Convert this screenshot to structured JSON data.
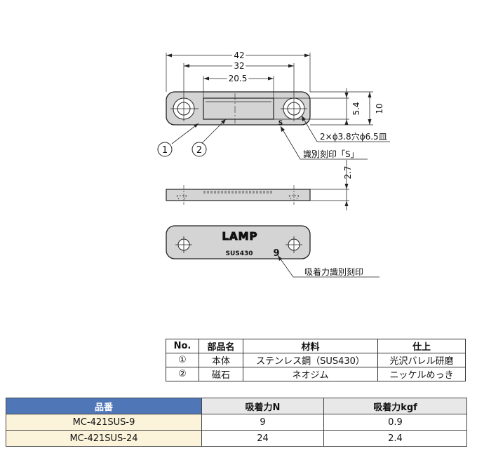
{
  "drawing": {
    "dim_42": "42",
    "dim_32": "32",
    "dim_20_5": "20.5",
    "dim_5_4": "5.4",
    "dim_10": "10",
    "dim_2_7": "2.7",
    "hole_note": "2×ϕ3.8穴ϕ6.5皿",
    "id_mark_note": "識別刻印「S」",
    "suction_note": "吸着力識別刻印",
    "callout_1": "1",
    "callout_2": "2",
    "mark_s": "S",
    "mark_9": "9",
    "logo_text": "LAMP",
    "material_mark": "SUS430"
  },
  "parts_table": {
    "headers": [
      "No.",
      "部品名",
      "材料",
      "仕上"
    ],
    "rows": [
      [
        "①",
        "本体",
        "ステンレス鋼（SUS430）",
        "光沢バレル研磨"
      ],
      [
        "②",
        "磁石",
        "ネオジム",
        "ニッケルめっき"
      ]
    ]
  },
  "spec_table": {
    "headers": [
      "品番",
      "吸着力N",
      "吸着力kgf"
    ],
    "rows": [
      [
        "MC-421SUS-9",
        "9",
        "0.9"
      ],
      [
        "MC-421SUS-24",
        "24",
        "2.4"
      ]
    ]
  },
  "colors": {
    "header_blue": "#4f77b8",
    "product_cell": "#fbf3da",
    "header_gray": "#e8e8e8",
    "part_fill": "#d4d4d4"
  }
}
